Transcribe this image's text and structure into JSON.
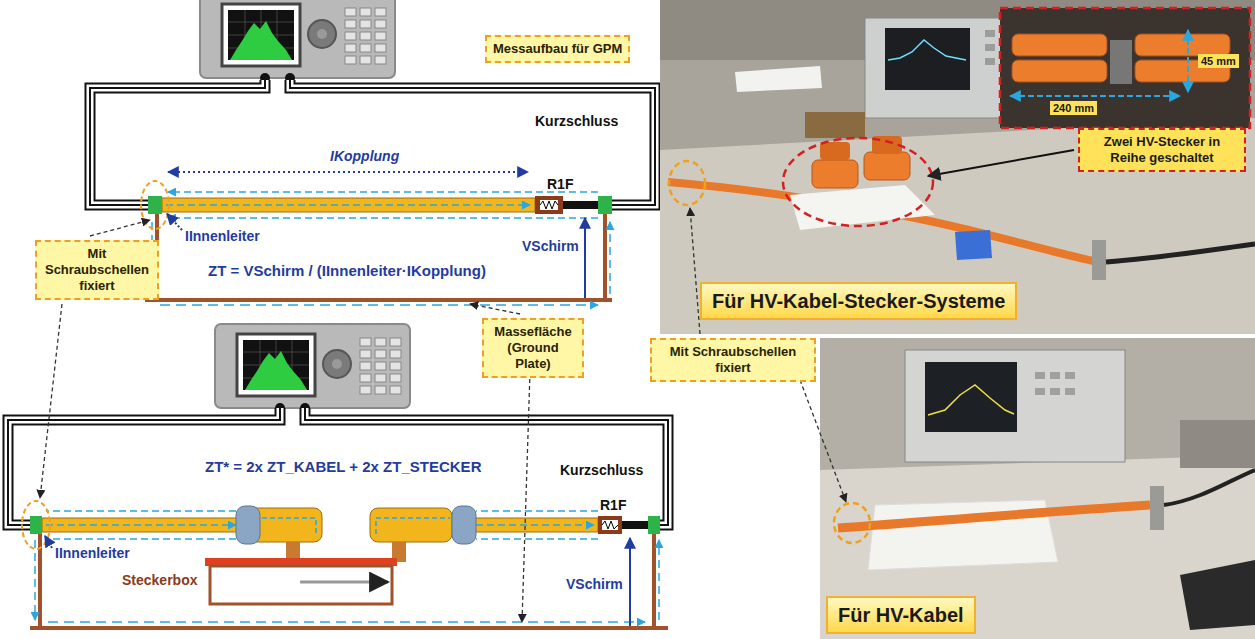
{
  "diagram": {
    "nodes": [
      {
        "text": [
          "Messaufbau für GPM"
        ]
      },
      {
        "text": [
          "Mit Schraubschellen fixiert"
        ]
      },
      {
        "text": [
          "Massefläche (Ground Plate)"
        ]
      },
      {
        "text": [
          "Mit Schraubschellen fixiert"
        ]
      },
      {
        "text": [
          "Zwei HV-Stecker in Reihe geschaltet"
        ]
      },
      {
        "text": [
          "Für HV-Kabel-Stecker-Systeme"
        ]
      },
      {
        "text": [
          "Für HV-Kabel"
        ]
      }
    ],
    "labels": [
      "Kurzschluss",
      "IKopplung",
      "R1F",
      "IInnenleiter",
      "VSchirm",
      "ZT = VSchirm / (IInnenleiter·IKopplung)",
      "ZT* = 2x ZT_KABEL + 2x ZT_STECKER",
      "Kurzschluss",
      "R1F",
      "IInnenleiter",
      "Steckerbox",
      "VSchirm",
      "240 mm",
      "45 mm"
    ]
  }
}
